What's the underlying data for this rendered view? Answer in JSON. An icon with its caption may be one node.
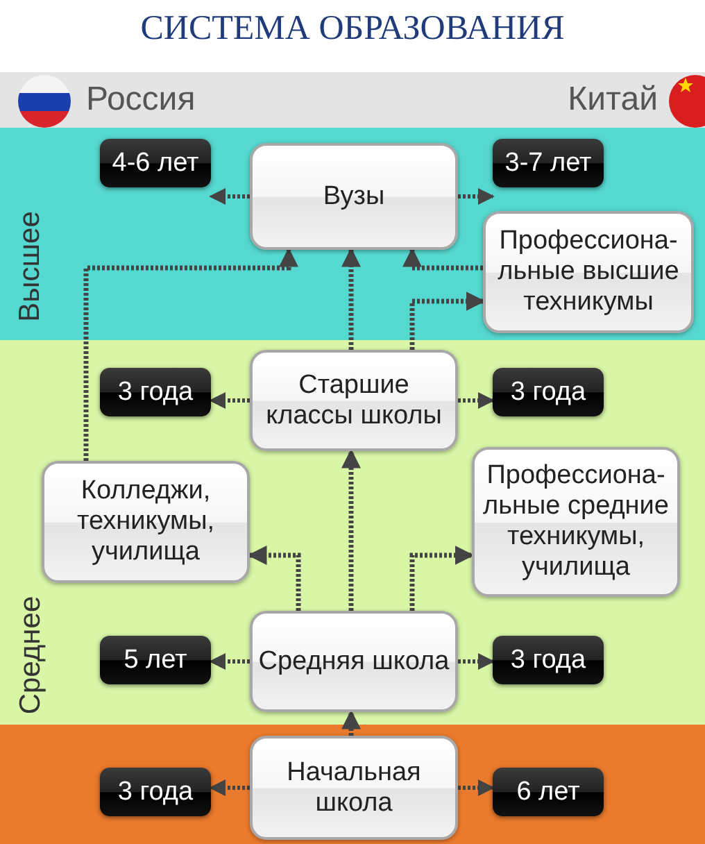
{
  "diagram": {
    "title": "СИСТЕМА ОБРАЗОВАНИЯ",
    "nodes": [
      {
        "text": [
          "Вузы"
        ]
      },
      {
        "text": [
          "4-6 лет"
        ]
      },
      {
        "text": [
          "3-7 лет"
        ]
      },
      {
        "text": [
          "Профессиона- льные высшие техникумы"
        ]
      },
      {
        "text": [
          "Старшие классы школы"
        ]
      },
      {
        "text": [
          "3 года"
        ]
      },
      {
        "text": [
          "3 года"
        ]
      },
      {
        "text": [
          "Колледжи, техникумы, училища"
        ]
      },
      {
        "text": [
          "Профессиона- льные средние техникумы, училища"
        ]
      },
      {
        "text": [
          "Средняя школа"
        ]
      },
      {
        "text": [
          "5 лет"
        ]
      },
      {
        "text": [
          "3 года"
        ]
      },
      {
        "text": [
          "Начальная школа"
        ]
      },
      {
        "text": [
          "3 года"
        ]
      },
      {
        "text": [
          "6 лет"
        ]
      }
    ],
    "edges": [
      {
        "from": 0,
        "to": 1,
        "arrow": "to"
      },
      {
        "from": 0,
        "to": 2,
        "arrow": "to"
      },
      {
        "from": 3,
        "to": 0,
        "arrow": "to"
      },
      {
        "from": 4,
        "to": 0,
        "arrow": "to"
      },
      {
        "from": 4,
        "to": 3,
        "arrow": "to"
      },
      {
        "from": 7,
        "to": 0,
        "arrow": "to"
      },
      {
        "from": 4,
        "to": 5,
        "arrow": "to"
      },
      {
        "from": 4,
        "to": 6,
        "arrow": "to"
      },
      {
        "from": 9,
        "to": 4,
        "arrow": "to"
      },
      {
        "from": 9,
        "to": 7,
        "arrow": "to"
      },
      {
        "from": 9,
        "to": 8,
        "arrow": "to"
      },
      {
        "from": 9,
        "to": 10,
        "arrow": "to"
      },
      {
        "from": 9,
        "to": 11,
        "arrow": "to"
      },
      {
        "from": 12,
        "to": 9,
        "arrow": "to"
      },
      {
        "from": 12,
        "to": 13,
        "arrow": "to"
      },
      {
        "from": 12,
        "to": 14,
        "arrow": "to"
      }
    ],
    "labels": [
      "Россия",
      "Китай",
      "Высшее",
      "Среднее"
    ]
  }
}
